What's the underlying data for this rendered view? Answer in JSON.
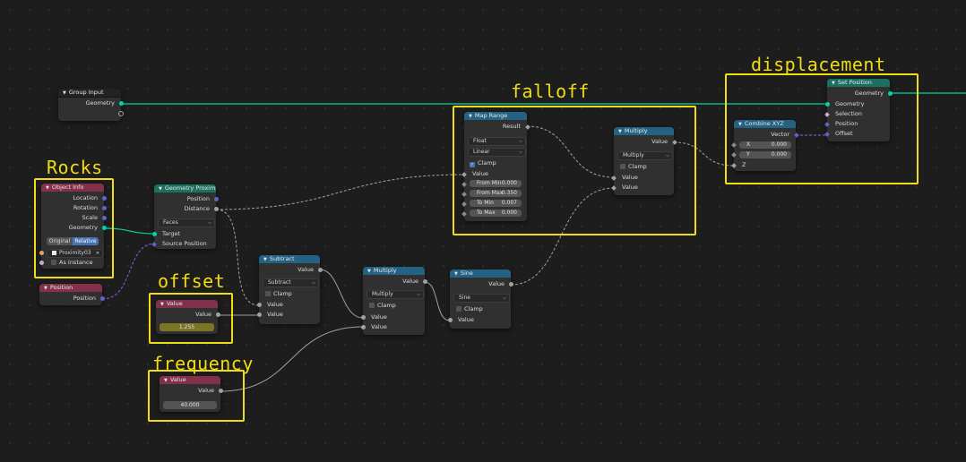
{
  "annotations": {
    "rocks": "Rocks",
    "offset": "offset",
    "frequency": "frequency",
    "falloff": "falloff",
    "displacement": "displacement"
  },
  "colors": {
    "background": "#1d1d1d",
    "node_body": "#303030",
    "geometry_header": "#1b7160",
    "converter_header": "#246283",
    "input_header": "#83314a",
    "geometry_socket": "#00d6a3",
    "vector_socket": "#6363c7",
    "float_socket": "#a1a1a1",
    "annotation": "#f0dc17"
  },
  "group_input": {
    "title": "Group Input",
    "geometry": "Geometry"
  },
  "object_info": {
    "title": "Object Info",
    "location": "Location",
    "rotation": "Rotation",
    "scale": "Scale",
    "geometry": "Geometry",
    "original": "Original",
    "relative": "Relative",
    "object": "Proximity03",
    "as_instance": "As Instance"
  },
  "position_node": {
    "title": "Position",
    "position": "Position"
  },
  "geometry_proximity": {
    "title": "Geometry Proximity",
    "position": "Position",
    "distance": "Distance",
    "mode": "Faces",
    "target": "Target",
    "source_position": "Source Position"
  },
  "value_offset": {
    "title": "Value",
    "value_label": "Value",
    "value": "1.255"
  },
  "value_frequency": {
    "title": "Value",
    "value_label": "Value",
    "value": "40.000"
  },
  "subtract": {
    "title": "Subtract",
    "value_out": "Value",
    "operation": "Subtract",
    "clamp": "Clamp",
    "in1": "Value",
    "in2": "Value"
  },
  "multiply_mid": {
    "title": "Multiply",
    "value_out": "Value",
    "operation": "Multiply",
    "clamp": "Clamp",
    "in1": "Value",
    "in2": "Value"
  },
  "sine": {
    "title": "Sine",
    "value_out": "Value",
    "operation": "Sine",
    "clamp": "Clamp",
    "in1": "Value"
  },
  "map_range": {
    "title": "Map Range",
    "result": "Result",
    "data_type": "Float",
    "interpolation": "Linear",
    "clamp": "Clamp",
    "value": "Value",
    "from_min_label": "From Min",
    "from_min": "0.000",
    "from_max_label": "From Max",
    "from_max": "0.350",
    "to_min_label": "To Min",
    "to_min": "0.007",
    "to_max_label": "To Max",
    "to_max": "0.000"
  },
  "multiply_top": {
    "title": "Multiply",
    "value_out": "Value",
    "operation": "Multiply",
    "clamp": "Clamp",
    "in1": "Value",
    "in2": "Value"
  },
  "combine_xyz": {
    "title": "Combine XYZ",
    "vector": "Vector",
    "x_label": "X",
    "x": "0.000",
    "y_label": "Y",
    "y": "0.000",
    "z_label": "Z"
  },
  "set_position": {
    "title": "Set Position",
    "geometry_out": "Geometry",
    "geometry_in": "Geometry",
    "selection": "Selection",
    "position": "Position",
    "offset": "Offset"
  }
}
